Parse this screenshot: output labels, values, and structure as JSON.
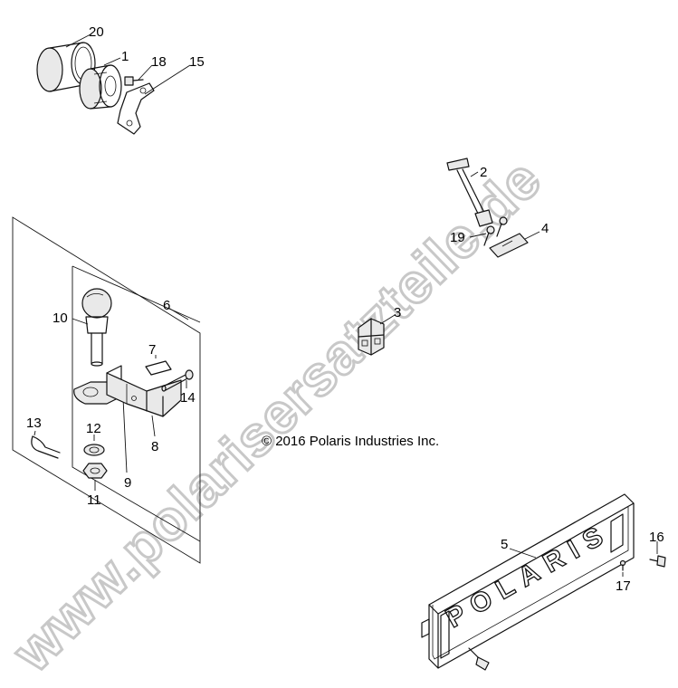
{
  "copyright": "© 2016 Polaris Industries Inc.",
  "watermark": "www.polarisersatzteile.de",
  "plate_text": "POLARIS",
  "callouts": {
    "c1": "1",
    "c2": "2",
    "c3": "3",
    "c4": "4",
    "c5": "5",
    "c6": "6",
    "c7": "7",
    "c8": "8",
    "c9": "9",
    "c10": "10",
    "c11": "11",
    "c12": "12",
    "c13": "13",
    "c14": "14",
    "c15": "15",
    "c16": "16",
    "c17": "17",
    "c18": "18",
    "c19": "19",
    "c20": "20"
  },
  "colors": {
    "line": "#111111",
    "watermark": "#c8c8c8",
    "background": "#ffffff"
  }
}
